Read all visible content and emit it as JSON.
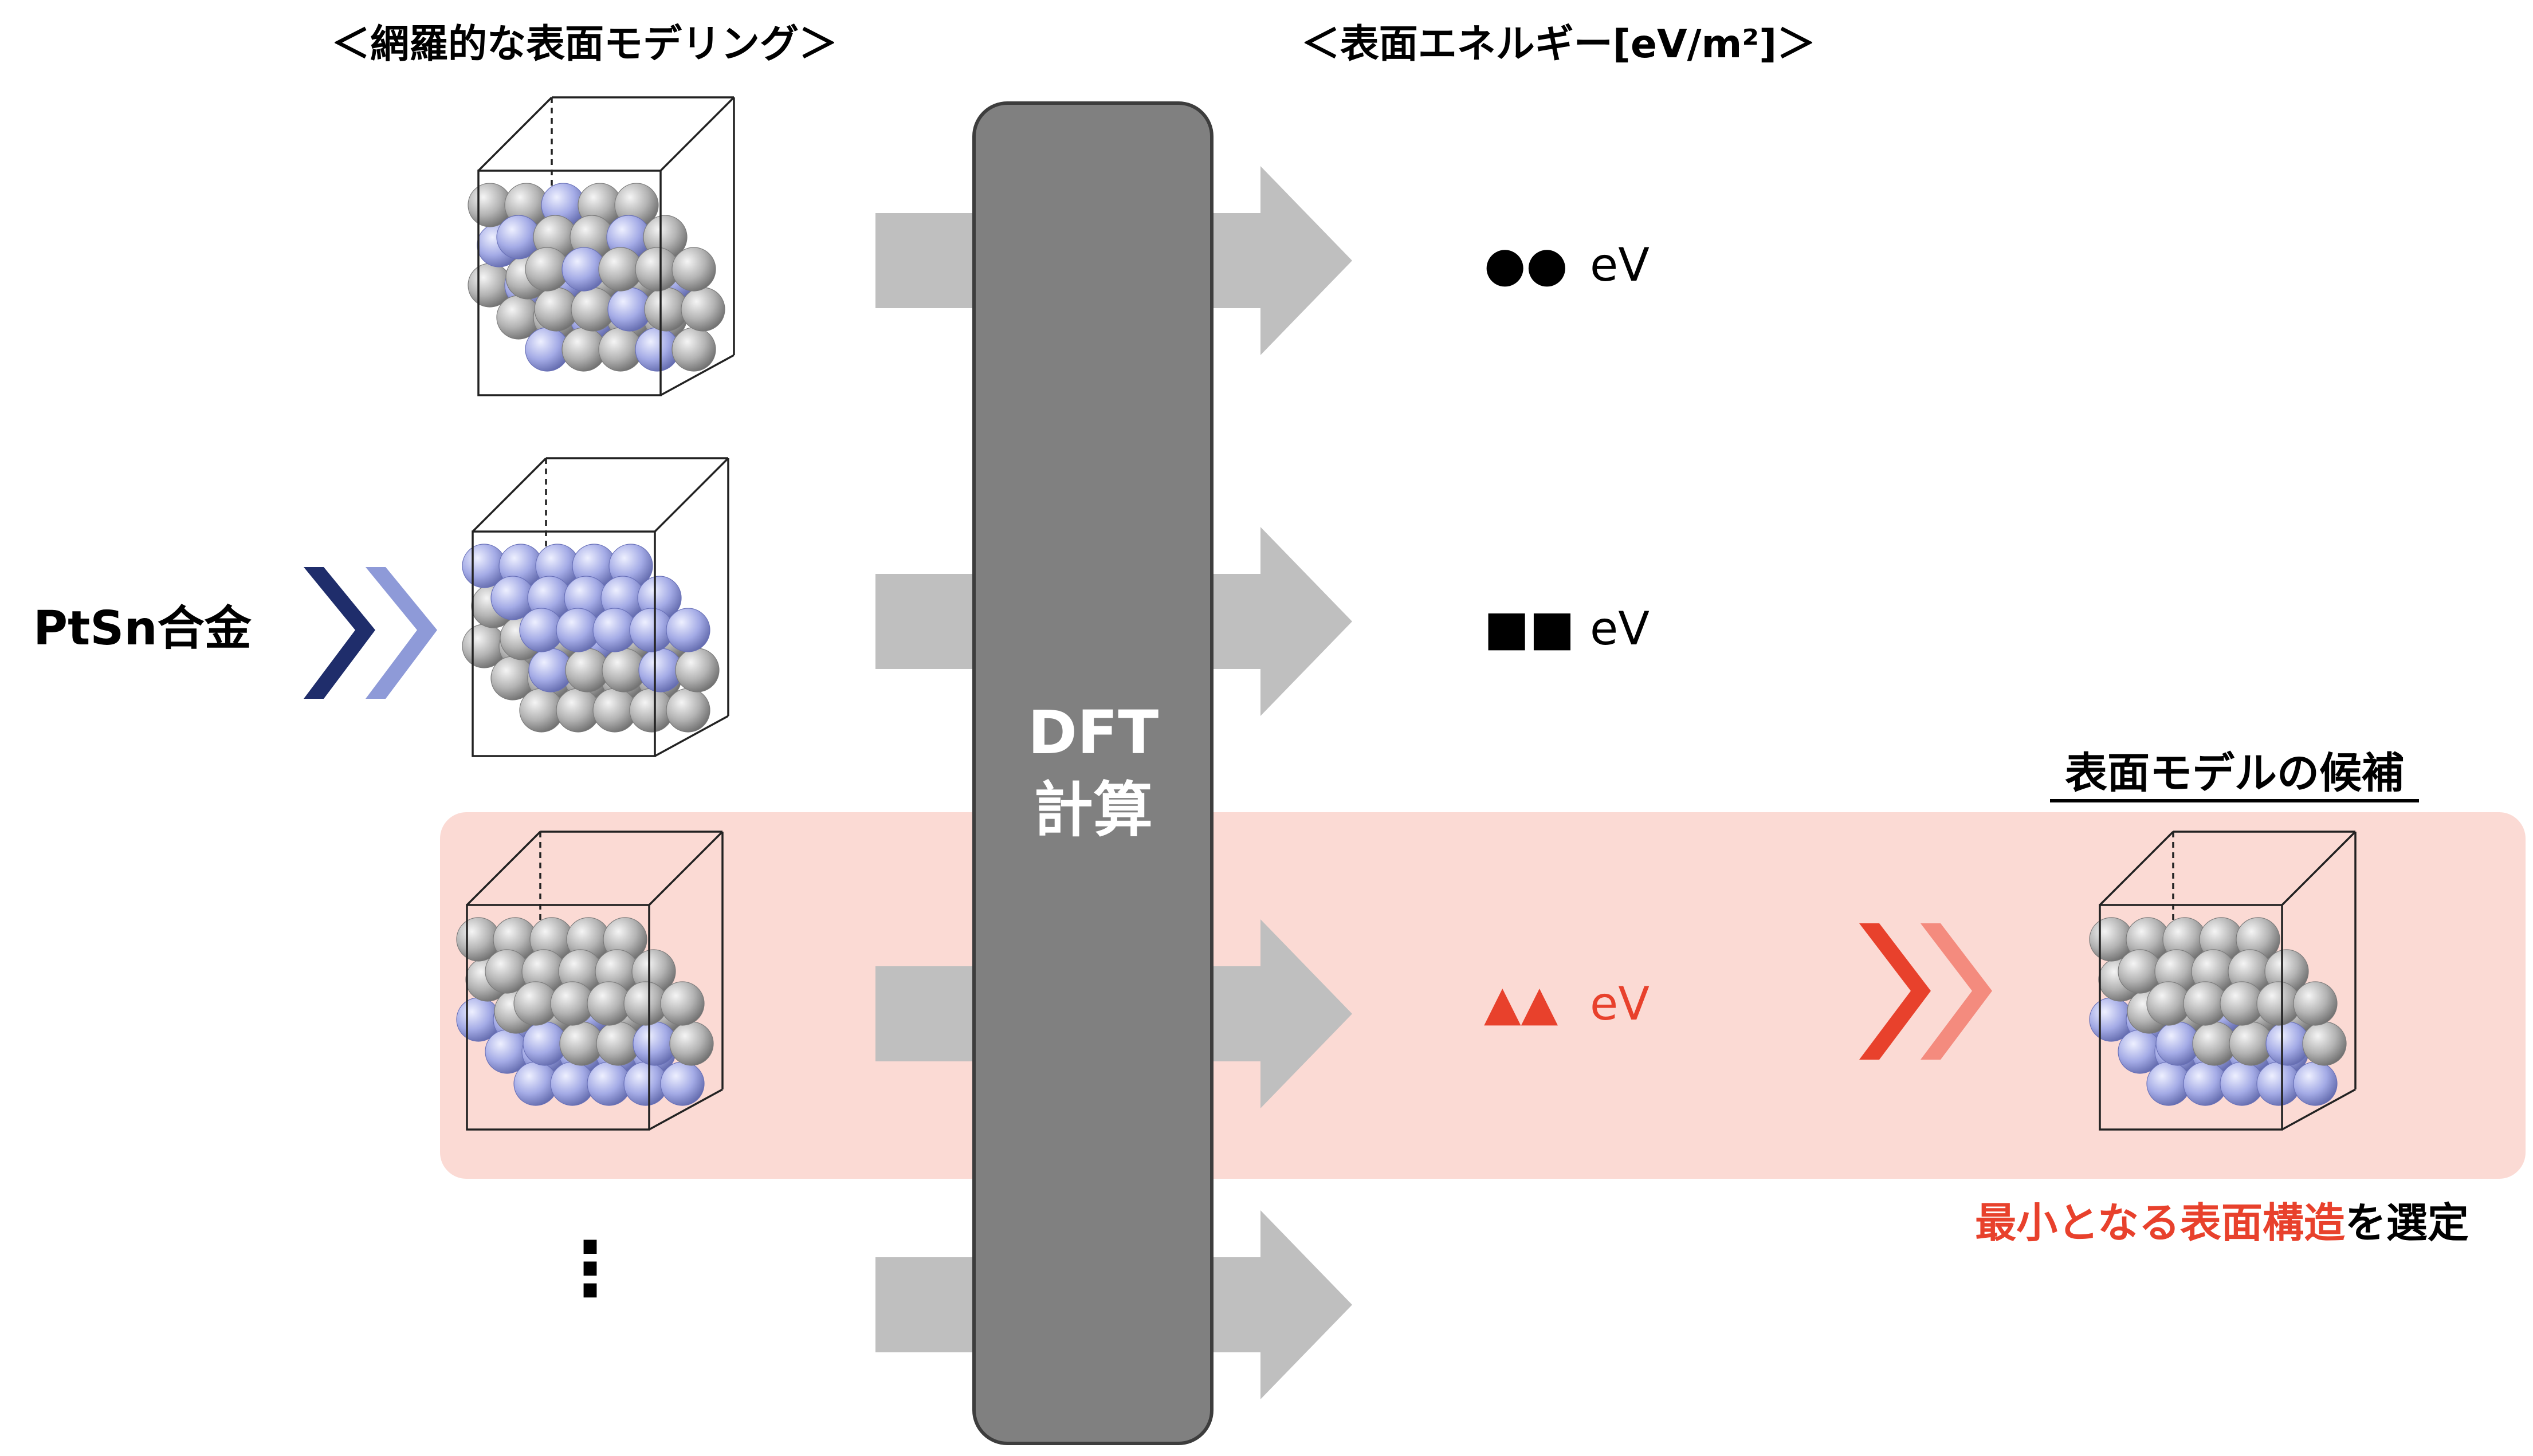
{
  "headers": {
    "modeling": "＜網羅的な表面モデリング＞",
    "energy": "＜表面エネルギー[eV/m²]＞"
  },
  "input_label": "PtSn合金",
  "dft_box": {
    "line1": "DFT",
    "line2": "計算"
  },
  "energies": [
    {
      "marker": "●●",
      "unit": "eV",
      "color": "#000000"
    },
    {
      "marker": "■■",
      "unit": "eV",
      "color": "#000000"
    },
    {
      "marker": "▲▲",
      "unit": "eV",
      "color": "#e8412c"
    }
  ],
  "ellipsis": "⋮",
  "candidate": {
    "title": "表面モデルの候補",
    "caption_red": "最小となる表面構造",
    "caption_black": "を選定"
  },
  "colors": {
    "highlight_bg": "#fbdad4",
    "dft_box": "#808080",
    "arrow_gray": "#bfbfbf",
    "chevron_dark": "#1f2d6b",
    "chevron_light": "#8e9ad8",
    "chevron_red": "#e8412c",
    "chevron_pink": "#f48b7e",
    "accent_red": "#e8412c",
    "atom_pt": "#a6a6a6",
    "atom_sn": "#a1a8e3"
  }
}
